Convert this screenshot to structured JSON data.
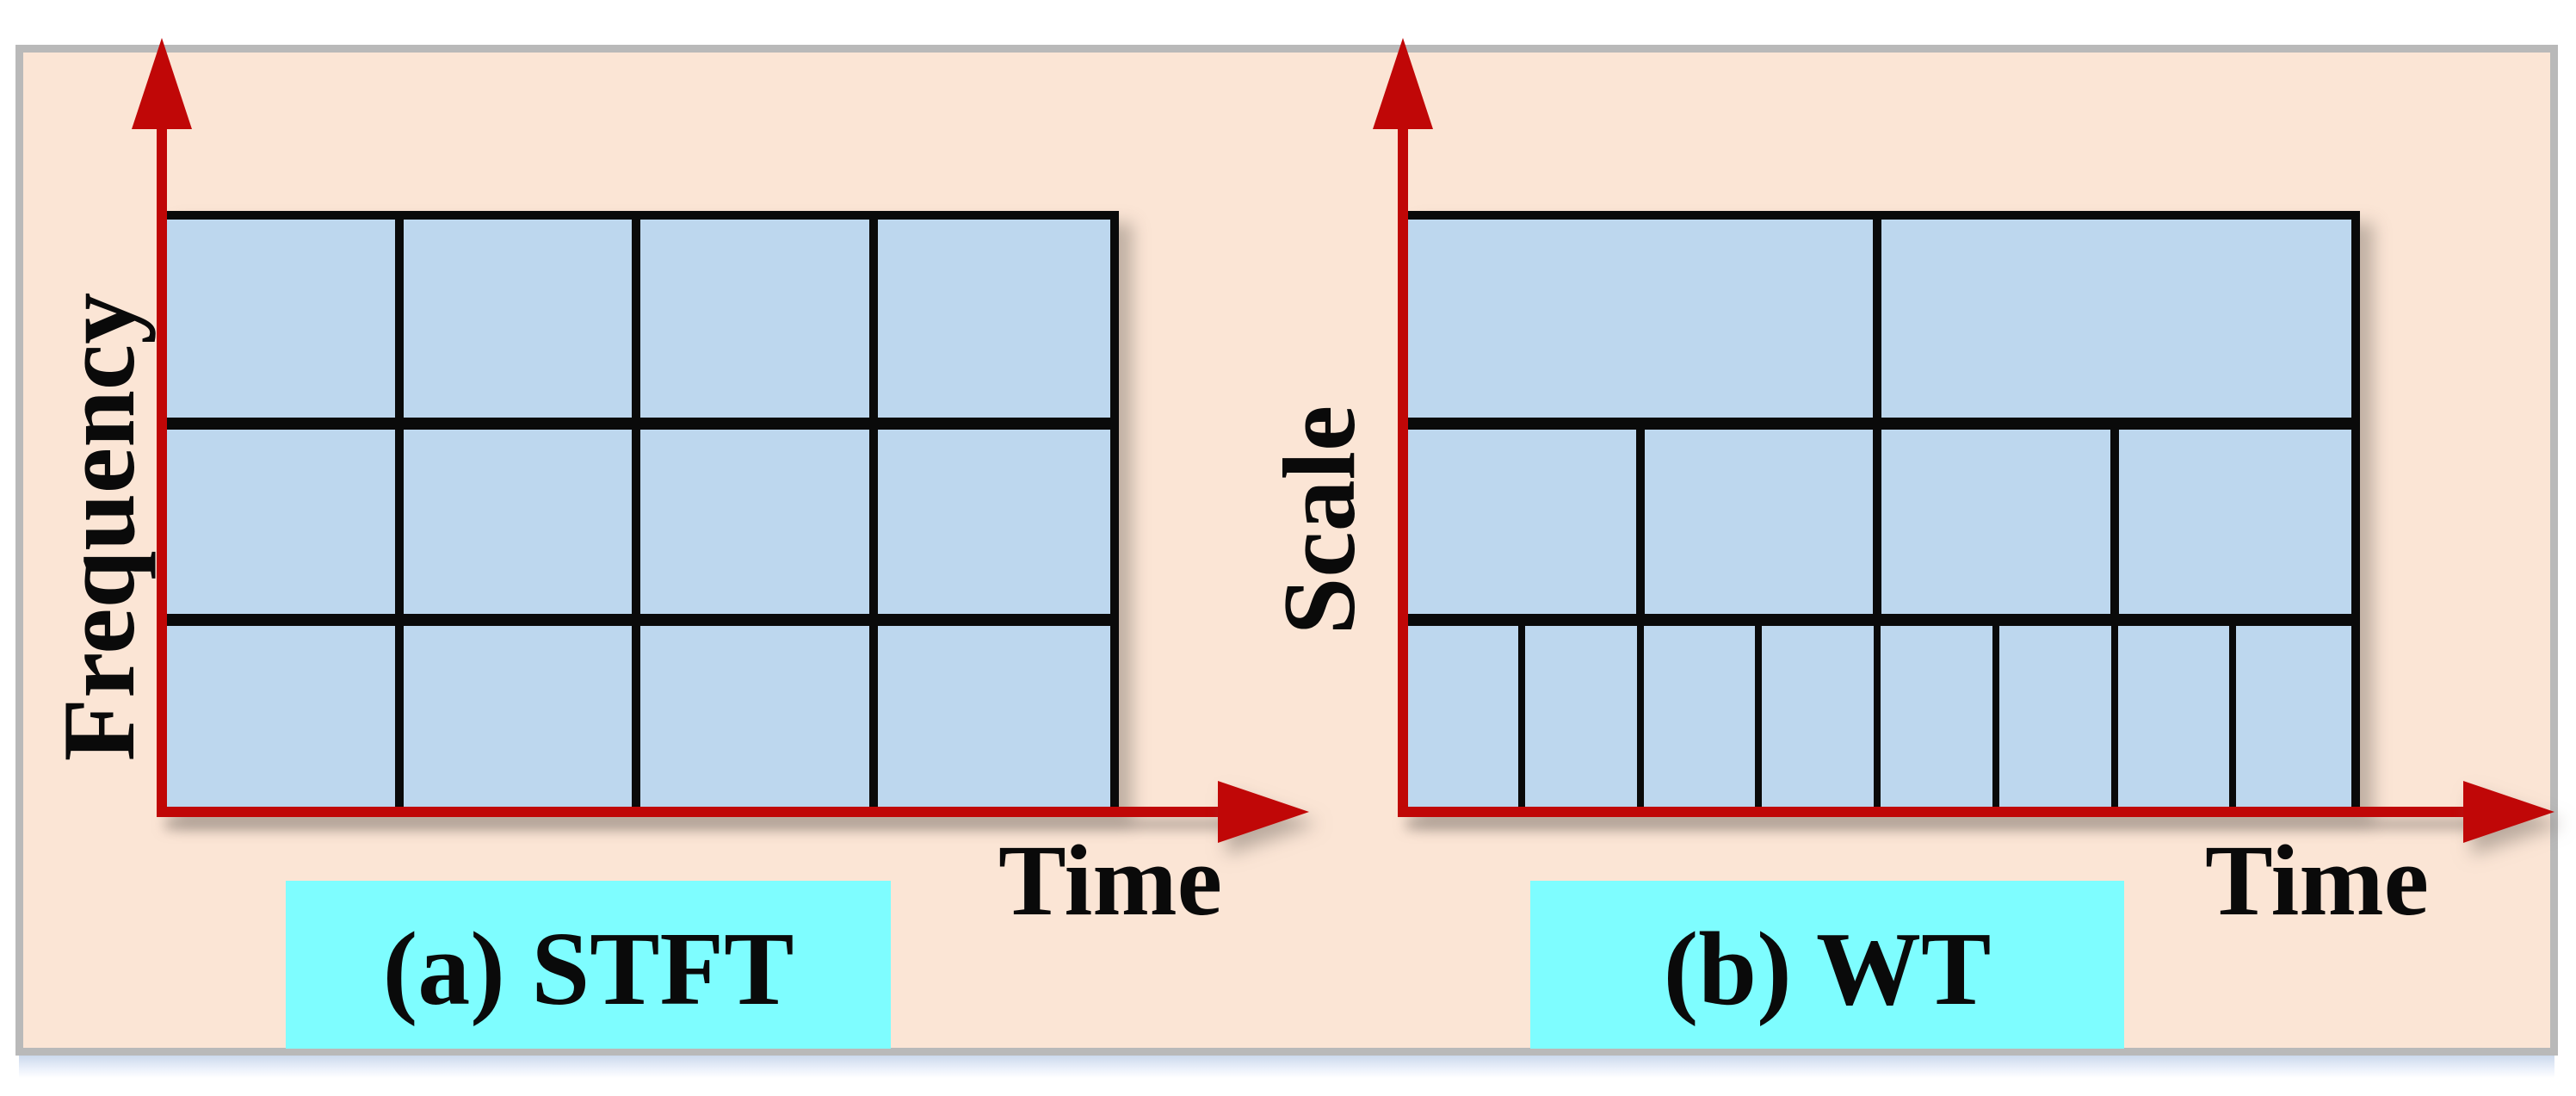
{
  "figure": {
    "panels": [
      {
        "id": "stft",
        "y_axis_label": "Frequency",
        "x_axis_label": "Time",
        "caption": "(a) STFT",
        "tiling_rows": [
          {
            "cells": 4
          },
          {
            "cells": 4
          },
          {
            "cells": 4
          }
        ]
      },
      {
        "id": "wt",
        "y_axis_label": "Scale",
        "x_axis_label": "Time",
        "caption": "(b) WT",
        "tiling_rows": [
          {
            "cells": 2
          },
          {
            "cells": 4
          },
          {
            "cells": 8
          }
        ]
      }
    ],
    "colors": {
      "panel_background": "#fbe5d5",
      "tile_fill": "#bdd7ee",
      "grid_line": "#0a0a0a",
      "axis_red": "#c00707",
      "caption_background": "#7efdff",
      "frame_border": "#b9b9b9",
      "label_text": "#0a0a0a"
    }
  }
}
